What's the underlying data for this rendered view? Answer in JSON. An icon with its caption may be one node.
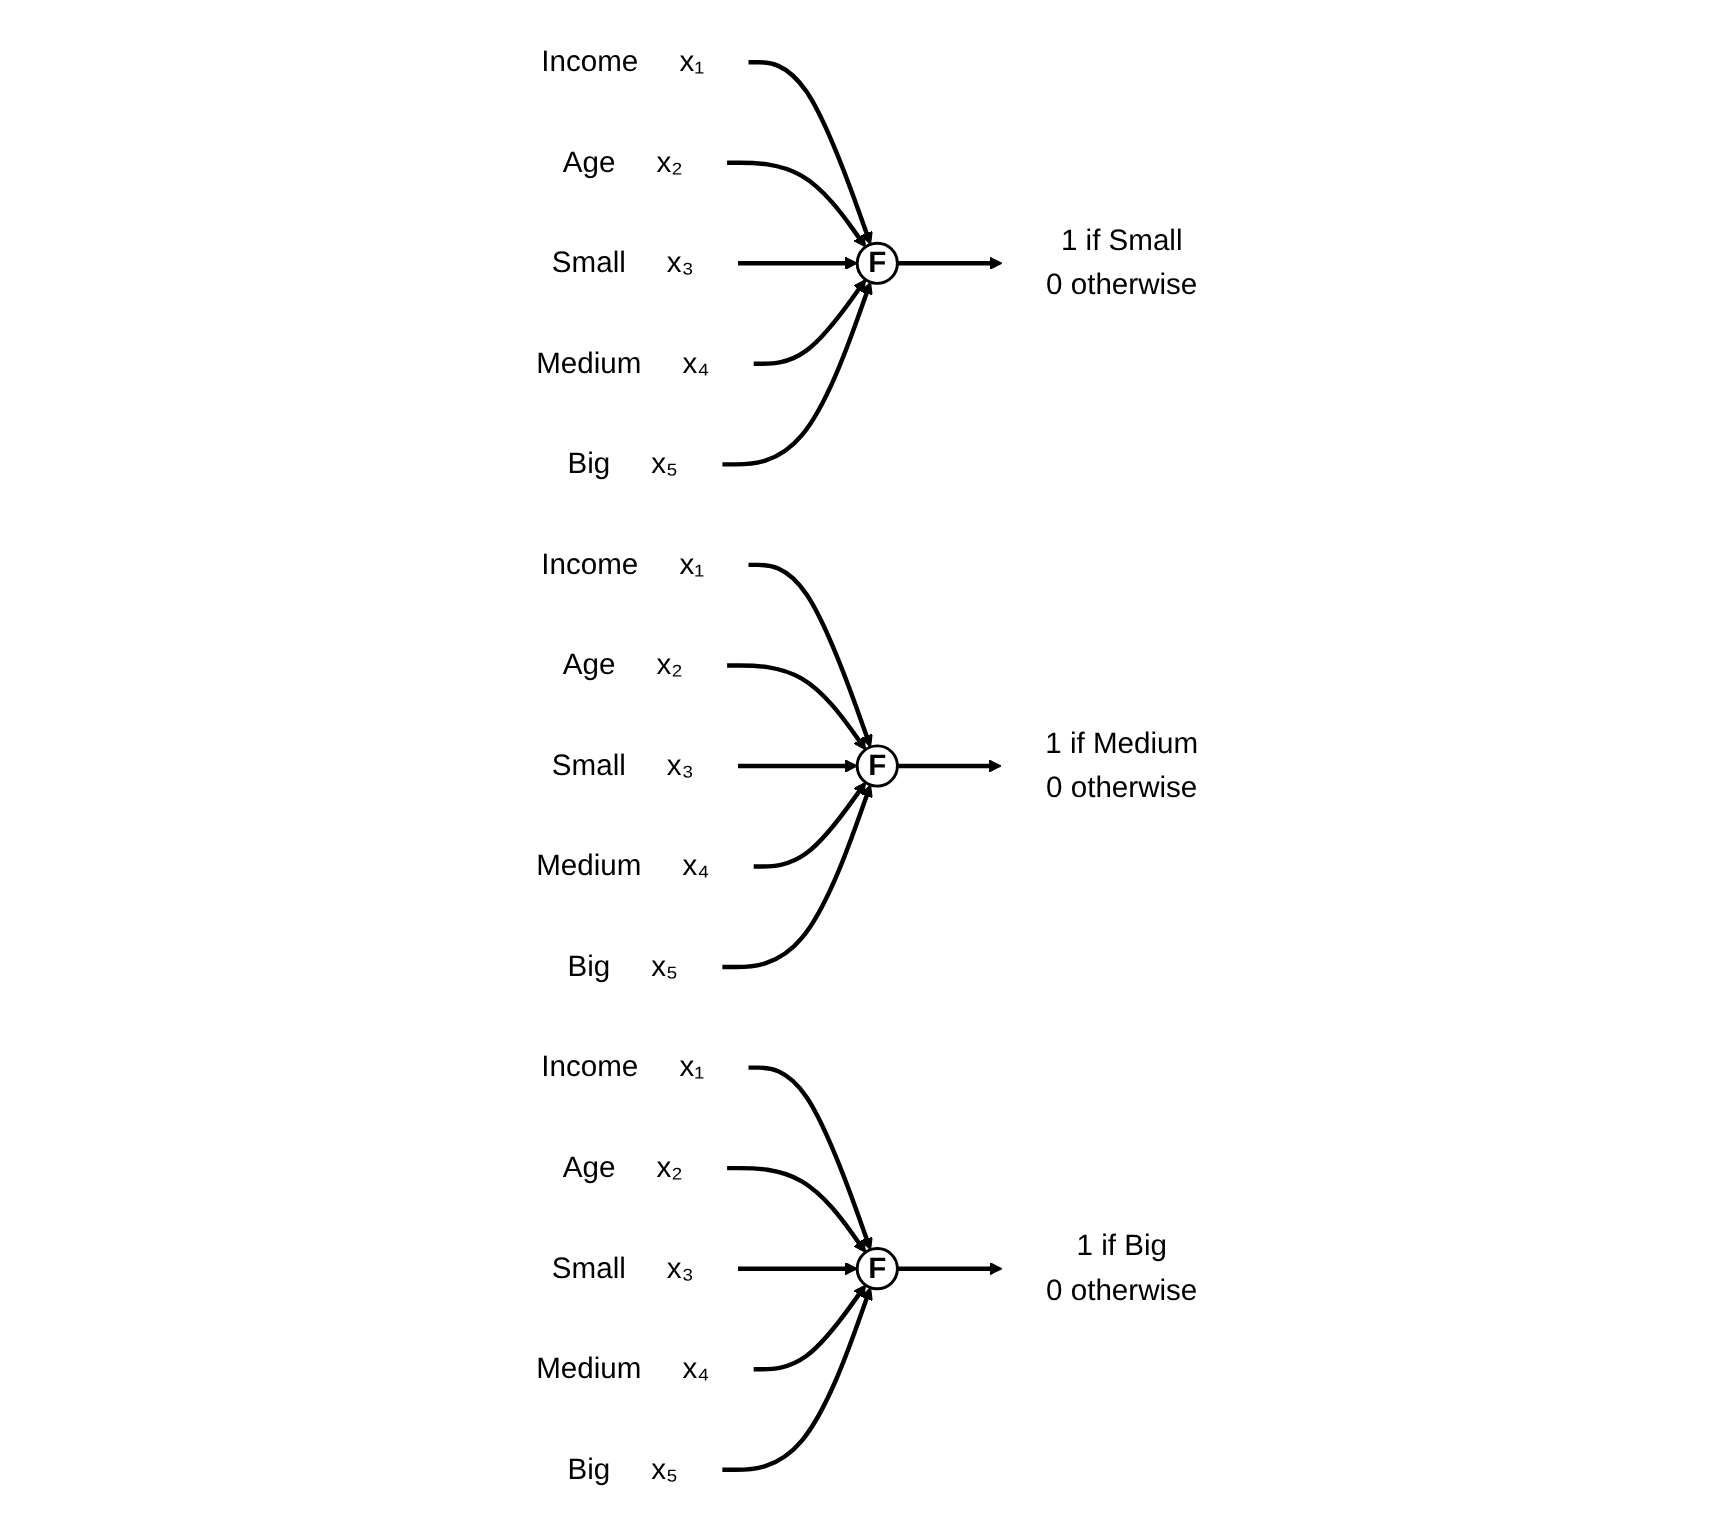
{
  "diagram": {
    "nodes": [
      {
        "text": [
          "x₁"
        ],
        "beside": [
          "Income"
        ]
      },
      {
        "text": [
          "x₂"
        ],
        "beside": [
          "Age"
        ]
      },
      {
        "text": [
          "x₃"
        ],
        "beside": [
          "Small"
        ]
      },
      {
        "text": [
          "x₄"
        ],
        "beside": [
          "Medium"
        ]
      },
      {
        "text": [
          "x₅"
        ],
        "beside": [
          "Big"
        ]
      },
      {
        "text": [
          "F"
        ]
      },
      {
        "text": [
          "1 if Small",
          "0 otherwise"
        ]
      },
      {
        "text": [
          "x₁"
        ],
        "beside": [
          "Income"
        ]
      },
      {
        "text": [
          "x₂"
        ],
        "beside": [
          "Age"
        ]
      },
      {
        "text": [
          "x₃"
        ],
        "beside": [
          "Small"
        ]
      },
      {
        "text": [
          "x₄"
        ],
        "beside": [
          "Medium"
        ]
      },
      {
        "text": [
          "x₅"
        ],
        "beside": [
          "Big"
        ]
      },
      {
        "text": [
          "F"
        ]
      },
      {
        "text": [
          "1 if Medium",
          "0 otherwise"
        ]
      },
      {
        "text": [
          "x₁"
        ],
        "beside": [
          "Income"
        ]
      },
      {
        "text": [
          "x₂"
        ],
        "beside": [
          "Age"
        ]
      },
      {
        "text": [
          "x₃"
        ],
        "beside": [
          "Small"
        ]
      },
      {
        "text": [
          "x₄"
        ],
        "beside": [
          "Medium"
        ]
      },
      {
        "text": [
          "x₅"
        ],
        "beside": [
          "Big"
        ]
      },
      {
        "text": [
          "F"
        ]
      },
      {
        "text": [
          "1 if Big",
          "0 otherwise"
        ]
      }
    ],
    "edges": [
      {
        "from": 0,
        "to": 5,
        "arrow": "to"
      },
      {
        "from": 1,
        "to": 5,
        "arrow": "to"
      },
      {
        "from": 2,
        "to": 5,
        "arrow": "to"
      },
      {
        "from": 3,
        "to": 5,
        "arrow": "to"
      },
      {
        "from": 4,
        "to": 5,
        "arrow": "to"
      },
      {
        "from": 5,
        "to": 6,
        "arrow": "to"
      },
      {
        "from": 7,
        "to": 12,
        "arrow": "to"
      },
      {
        "from": 8,
        "to": 12,
        "arrow": "to"
      },
      {
        "from": 9,
        "to": 12,
        "arrow": "to"
      },
      {
        "from": 10,
        "to": 12,
        "arrow": "to"
      },
      {
        "from": 11,
        "to": 12,
        "arrow": "to"
      },
      {
        "from": 12,
        "to": 13,
        "arrow": "to"
      },
      {
        "from": 14,
        "to": 19,
        "arrow": "to"
      },
      {
        "from": 15,
        "to": 19,
        "arrow": "to"
      },
      {
        "from": 16,
        "to": 19,
        "arrow": "to"
      },
      {
        "from": 17,
        "to": 19,
        "arrow": "to"
      },
      {
        "from": 18,
        "to": 19,
        "arrow": "to"
      },
      {
        "from": 19,
        "to": 20,
        "arrow": "to"
      }
    ]
  }
}
